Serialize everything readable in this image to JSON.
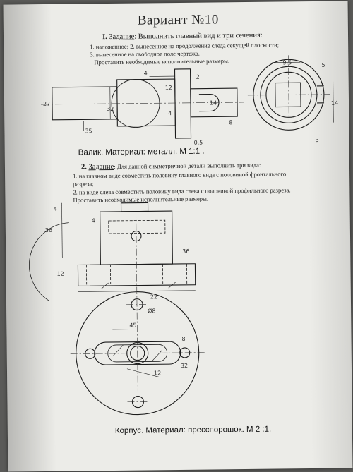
{
  "title": "Вариант №10",
  "task1": {
    "number": "I.",
    "label": "Задание",
    "text": ": Выполнить главный вид и три сечения:",
    "items": [
      "1.   наложенное;  2. вынесенное на продолжение следа секущей плоскости;",
      "3.    вынесенное на свободное поле чертежа."
    ],
    "footer": "Проставить необходимые исполнительные размеры.",
    "caption": "Валик. Материал: металл. М  1:1  ."
  },
  "task2": {
    "number": "2.",
    "label": "Задание",
    "text": ":  Для данной симметричной детали выполнить три вида:",
    "items": [
      "1.   на главном виде совместить половину главного вида с половиной фронтального",
      "       разреза;",
      "2.   на виде слева совместить  половину вида слева с половиной профильного разреза."
    ],
    "footer": "Проставить необходимые исполнительные размеры.",
    "caption": "Корпус. Материал: пресспорошок. М  2 :1."
  },
  "dims1": [
    "4",
    "12",
    "27",
    "32",
    "35",
    "14",
    "2",
    "9.5",
    "5",
    "14",
    "3",
    "8",
    "0.5",
    "4"
  ],
  "dims2": [
    "4",
    "36",
    "4",
    "12",
    "36",
    "22",
    "Ø8",
    "45",
    "8",
    "32",
    "12"
  ]
}
